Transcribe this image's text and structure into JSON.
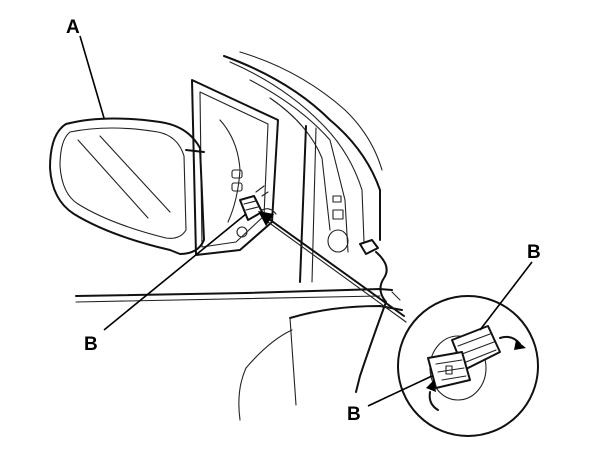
{
  "diagram": {
    "labels": {
      "mirror": "A",
      "connector_main": "B",
      "connector_detail_top": "B",
      "connector_detail_bottom": "B"
    }
  }
}
